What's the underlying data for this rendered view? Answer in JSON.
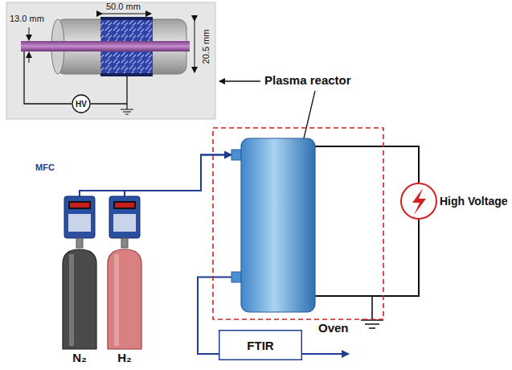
{
  "diagram": {
    "nodes": [
      {
        "text": [
          "HV"
        ]
      },
      {
        "text": [
          "Oven"
        ]
      },
      {
        "text": [
          "N₂"
        ]
      },
      {
        "text": [
          "H₂"
        ]
      },
      {
        "text": [
          "FTIR"
        ]
      }
    ],
    "edges": [
      {
        "from": 2,
        "to": 1,
        "arrow": "to"
      },
      {
        "from": 3,
        "to": 1,
        "arrow": "to"
      },
      {
        "from": 1,
        "to": 4,
        "arrow": "none"
      }
    ],
    "labels": [
      "50.0 mm",
      "13.0 mm",
      "20.5 mm",
      "Plasma reactor",
      "High Voltage",
      "MFC"
    ]
  }
}
